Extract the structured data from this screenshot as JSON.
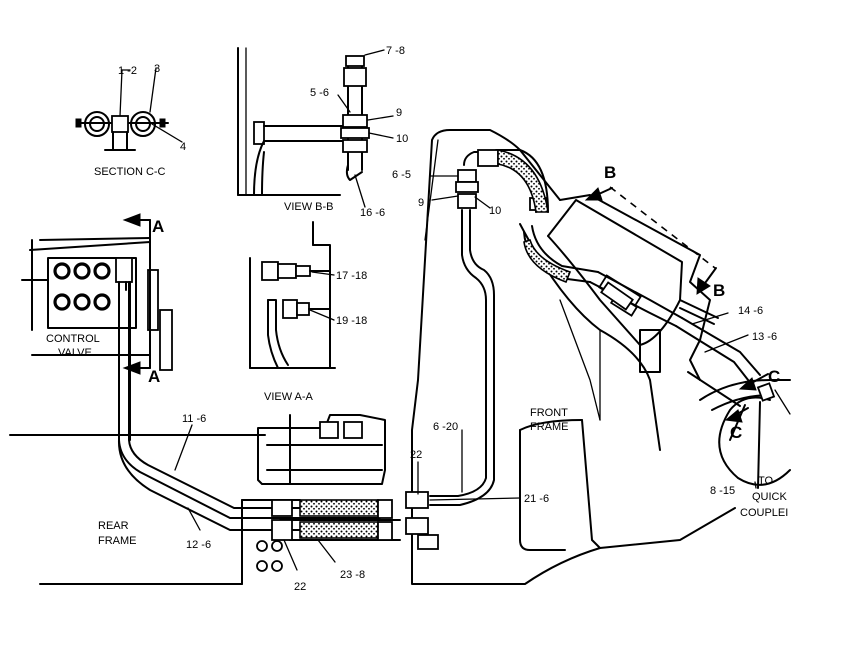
{
  "callouts": {
    "c_1_2": "1 -2",
    "c_3": "3",
    "c_4": "4",
    "c_7_8": "7 -8",
    "c_5_6": "5 -6",
    "c_9_bb": "9",
    "c_10_bb": "10",
    "c_16_6": "16 -6",
    "c_6_5": "6 -5",
    "c_9_main": "9",
    "c_10_main": "10",
    "c_17_18": "17 -18",
    "c_19_18": "19 -18",
    "c_14_6": "14 -6",
    "c_13_6": "13 -6",
    "c_11_6": "11 -6",
    "c_6_20": "6 -20",
    "c_22_top": "22",
    "c_21_6": "21 -6",
    "c_12_6": "12 -6",
    "c_23_8": "23 -8",
    "c_22_bottom": "22",
    "c_8_15": "8 -15"
  },
  "views": {
    "section_cc": "SECTION C-C",
    "view_bb": "VIEW B-B",
    "view_aa": "VIEW A-A"
  },
  "section_markers": {
    "a_top": "A",
    "a_bottom": "A",
    "b_top": "B",
    "b_right": "B",
    "c_top": "C",
    "c_bottom": "C"
  },
  "labels": {
    "control_valve_line1": "CONTROL",
    "control_valve_line2": "VALVE",
    "front_frame_line1": "FRONT",
    "front_frame_line2": "FRAME",
    "rear_frame_line1": "REAR",
    "rear_frame_line2": "FRAME",
    "quick_coupler_line1": "TO",
    "quick_coupler_line2": "QUICK",
    "quick_coupler_line3": "COUPLEI"
  }
}
